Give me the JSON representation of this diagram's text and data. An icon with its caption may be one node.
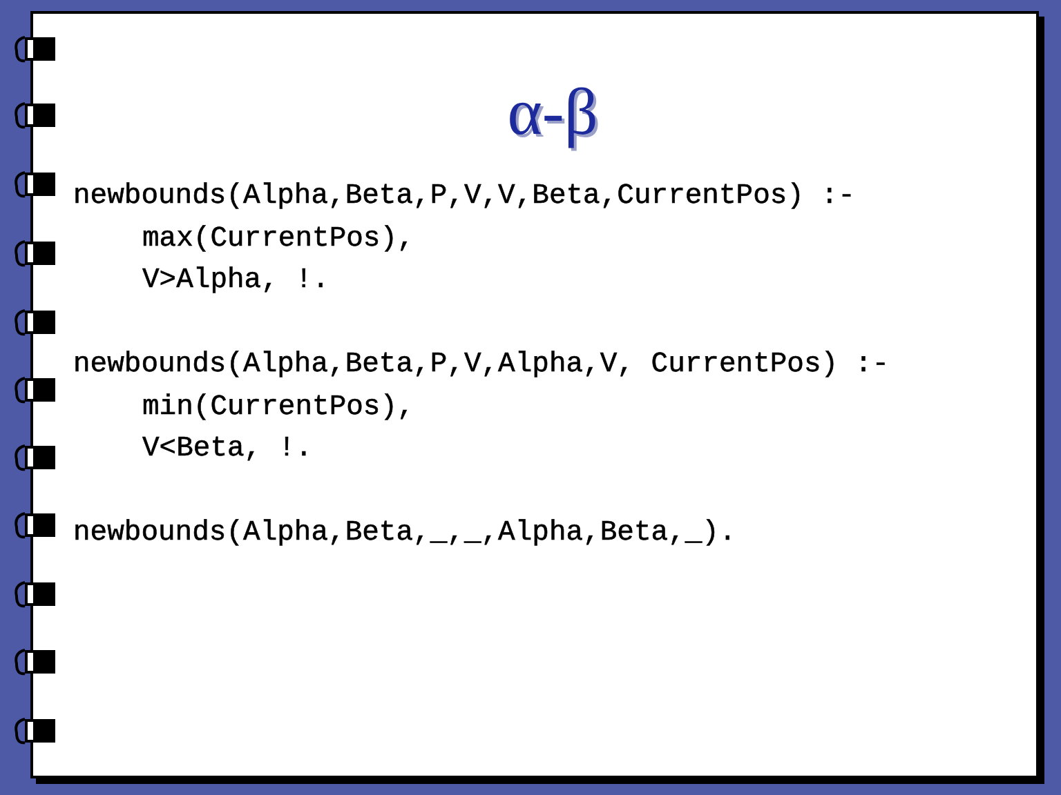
{
  "diagram": {
    "title": "α-β",
    "labels": [
      "newbounds(Alpha,Beta,P,V,V,Beta,CurrentPos) :-",
      "max(CurrentPos),",
      "V>Alpha, !.",
      "newbounds(Alpha,Beta,P,V,Alpha,V, CurrentPos) :-",
      "min(CurrentPos),",
      "V<Beta, !.",
      "newbounds(Alpha,Beta,_,_,Alpha,Beta,_)."
    ]
  }
}
